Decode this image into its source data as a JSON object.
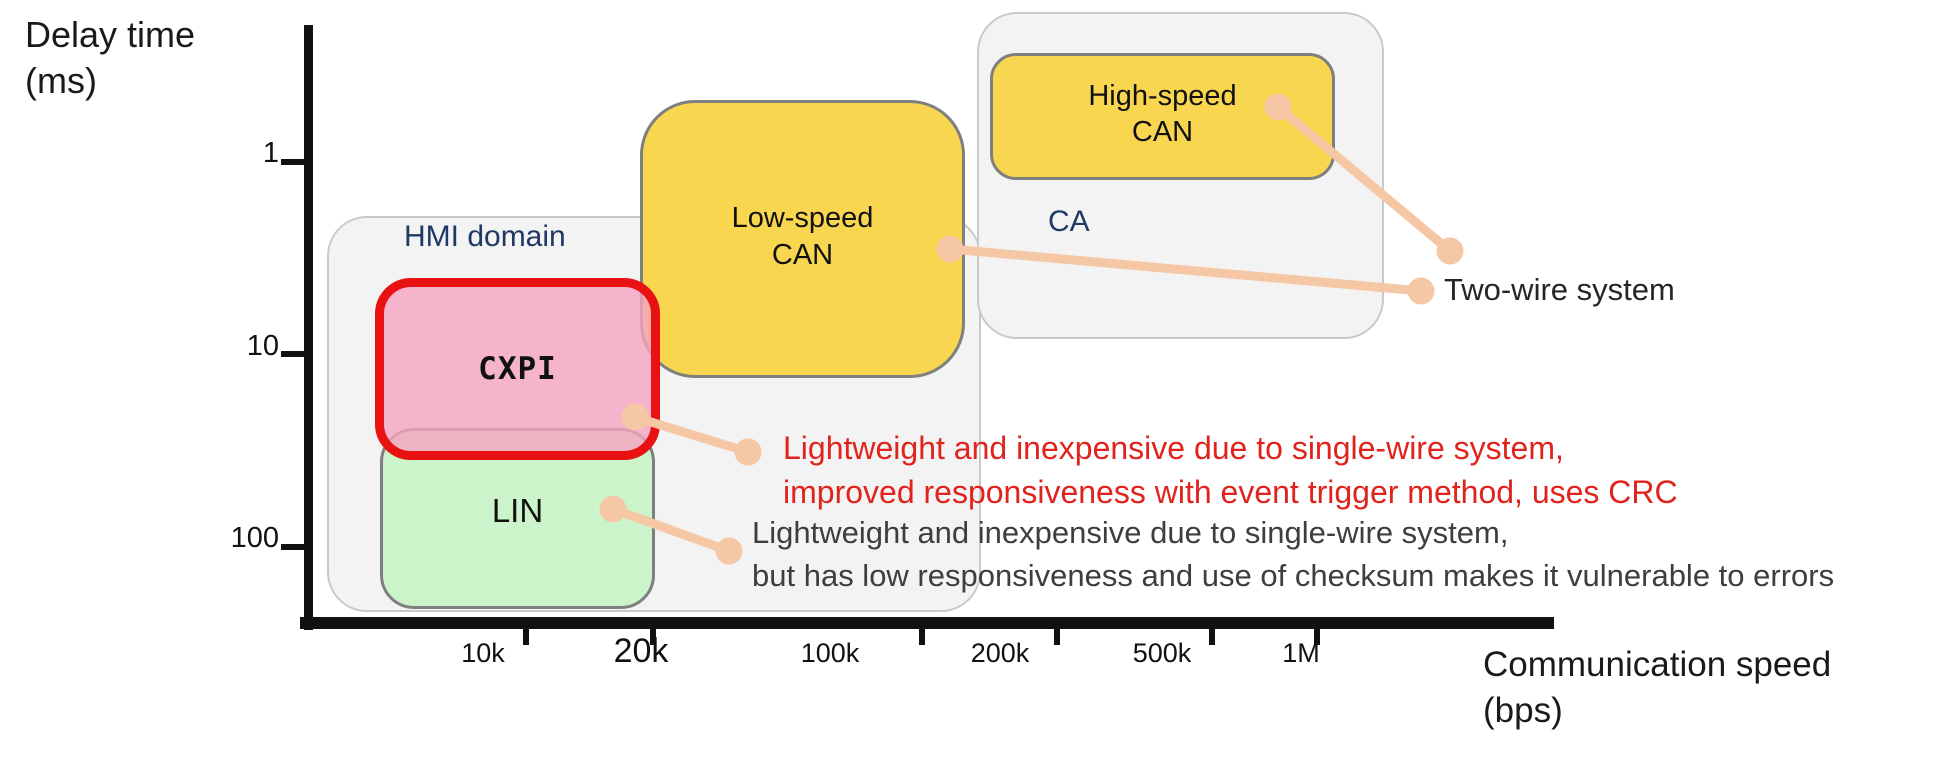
{
  "axes": {
    "y": {
      "title_line1": "Delay time",
      "title_line2": "(ms)",
      "ticks": [
        "1",
        "10",
        "100"
      ]
    },
    "x": {
      "title_line1": "Communication speed",
      "title_line2": "(bps)",
      "ticks": [
        "10k",
        "20k",
        "100k",
        "200k",
        "500k",
        "1M"
      ]
    }
  },
  "containers": {
    "hmi": {
      "label": "HMI domain"
    },
    "ca": {
      "label": "CA"
    }
  },
  "nodes": {
    "cxpi": {
      "label": "CXPI"
    },
    "lin": {
      "label": "LIN"
    },
    "low_speed_can": {
      "label_line1": "Low-speed",
      "label_line2": "CAN"
    },
    "high_speed_can": {
      "label_line1": "High-speed",
      "label_line2": "CAN"
    }
  },
  "annotations": {
    "cxpi_note": {
      "line1": "Lightweight and inexpensive due to single-wire system,",
      "line2": "improved responsiveness with event trigger method, uses CRC"
    },
    "lin_note": {
      "line1": "Lightweight and inexpensive due to single-wire system,",
      "line2": "but has low responsiveness and use of checksum makes it vulnerable to errors"
    },
    "two_wire_label": "Two-wire system"
  },
  "colors": {
    "yellow": "#F9D650",
    "node_border": "#7F7F7F",
    "pink": "rgba(246,164,194,0.8)",
    "pink_border": "#E81212",
    "green": "#CCF4CB",
    "container_fill": "#F3F3F3",
    "container_border": "#C9C9C9",
    "connector": "#F5C7A4",
    "blue_text": "#1F3864",
    "red_text": "#E0231C",
    "gray_text": "#3E3E3E"
  }
}
